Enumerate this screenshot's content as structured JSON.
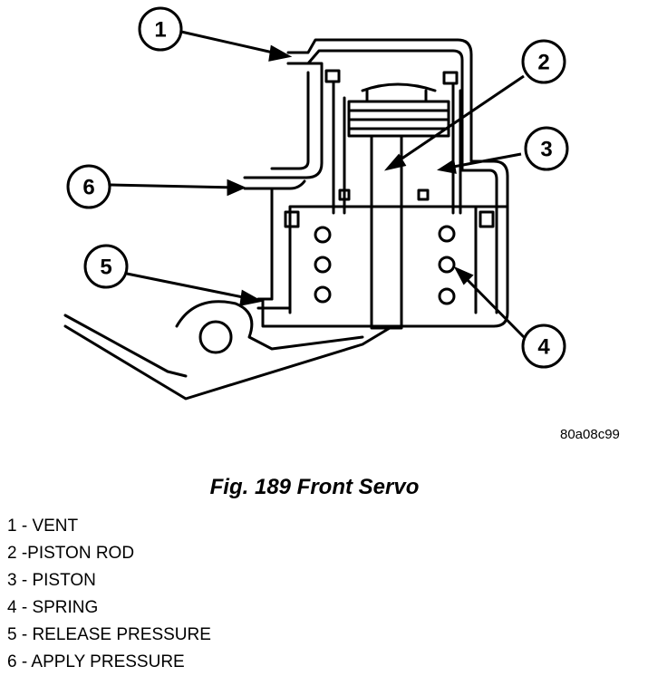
{
  "callouts": [
    "1",
    "2",
    "3",
    "4",
    "5",
    "6"
  ],
  "figure_code": "80a08c99",
  "caption": "Fig. 189 Front Servo",
  "legend": [
    "1 - VENT",
    "2 -PISTON ROD",
    "3 - PISTON",
    "4 - SPRING",
    "5 - RELEASE PRESSURE",
    "6 - APPLY PRESSURE"
  ]
}
